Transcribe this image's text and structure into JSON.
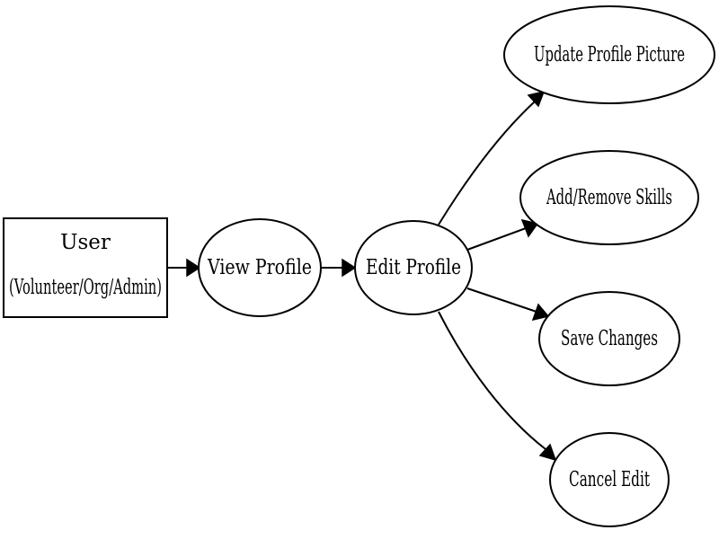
{
  "diagram": {
    "type": "flowchart",
    "nodes": {
      "user": {
        "shape": "box",
        "line1": "User",
        "line2": "(Volunteer/Org/Admin)"
      },
      "view_profile": {
        "shape": "ellipse",
        "label": "View Profile"
      },
      "edit_profile": {
        "shape": "ellipse",
        "label": "Edit Profile"
      },
      "update_picture": {
        "shape": "ellipse",
        "label": "Update Profile Picture"
      },
      "add_remove_skills": {
        "shape": "ellipse",
        "label": "Add/Remove Skills"
      },
      "save_changes": {
        "shape": "ellipse",
        "label": "Save Changes"
      },
      "cancel_edit": {
        "shape": "ellipse",
        "label": "Cancel Edit"
      }
    },
    "edges": [
      {
        "from": "user",
        "to": "view_profile"
      },
      {
        "from": "view_profile",
        "to": "edit_profile"
      },
      {
        "from": "edit_profile",
        "to": "update_picture"
      },
      {
        "from": "edit_profile",
        "to": "add_remove_skills"
      },
      {
        "from": "edit_profile",
        "to": "save_changes"
      },
      {
        "from": "edit_profile",
        "to": "cancel_edit"
      }
    ]
  }
}
